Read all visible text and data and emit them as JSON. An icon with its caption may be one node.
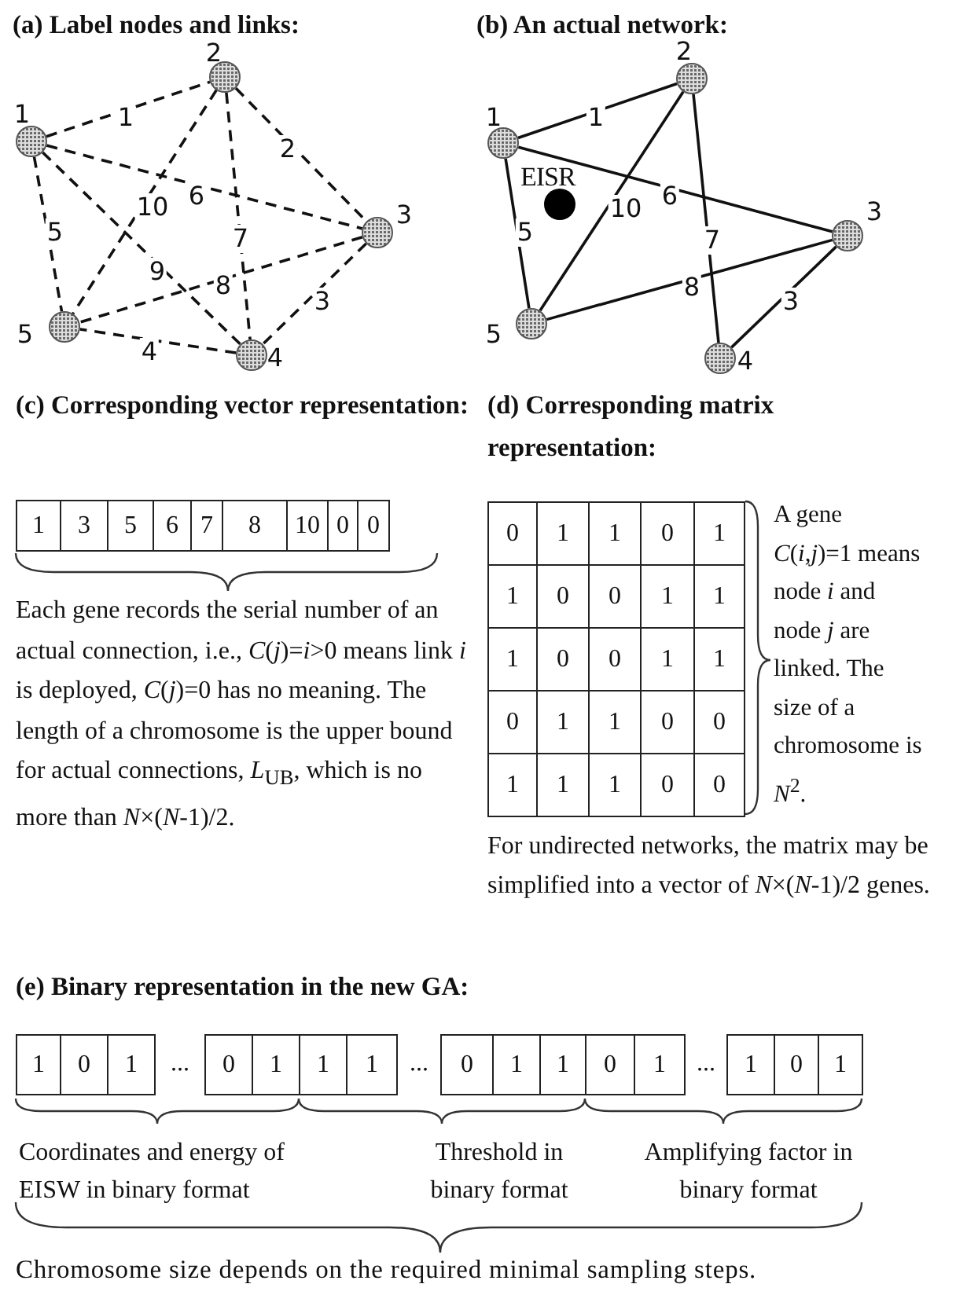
{
  "diagram": {
    "nodes": [
      {
        "text": [],
        "shape": "circle",
        "beside": [
          "1"
        ]
      },
      {
        "text": [],
        "shape": "circle",
        "beside": [
          "2"
        ]
      },
      {
        "text": [],
        "shape": "circle",
        "beside": [
          "3"
        ]
      },
      {
        "text": [],
        "shape": "circle",
        "beside": [
          "4"
        ]
      },
      {
        "text": [],
        "shape": "circle",
        "beside": [
          "5"
        ]
      },
      {
        "text": [],
        "shape": "circle",
        "beside": [
          "1"
        ]
      },
      {
        "text": [],
        "shape": "circle",
        "beside": [
          "2"
        ]
      },
      {
        "text": [],
        "shape": "circle",
        "beside": [
          "3"
        ]
      },
      {
        "text": [],
        "shape": "circle",
        "beside": [
          "4"
        ]
      },
      {
        "text": [],
        "shape": "circle",
        "beside": [
          "5"
        ]
      },
      {
        "text": [
          "EISR"
        ]
      }
    ],
    "edges": [
      {
        "from": 0,
        "to": 1,
        "arrow": "none",
        "label": "1",
        "style": "dashed"
      },
      {
        "from": 1,
        "to": 2,
        "arrow": "none",
        "label": "2",
        "style": "dashed"
      },
      {
        "from": 2,
        "to": 3,
        "arrow": "none",
        "label": "3",
        "style": "dashed"
      },
      {
        "from": 3,
        "to": 4,
        "arrow": "none",
        "label": "4",
        "style": "dashed"
      },
      {
        "from": 0,
        "to": 4,
        "arrow": "none",
        "label": "5",
        "style": "dashed"
      },
      {
        "from": 0,
        "to": 2,
        "arrow": "none",
        "label": "6",
        "style": "dashed"
      },
      {
        "from": 1,
        "to": 3,
        "arrow": "none",
        "label": "7",
        "style": "dashed"
      },
      {
        "from": 2,
        "to": 4,
        "arrow": "none",
        "label": "8",
        "style": "dashed"
      },
      {
        "from": 0,
        "to": 3,
        "arrow": "none",
        "label": "9",
        "style": "dashed"
      },
      {
        "from": 1,
        "to": 4,
        "arrow": "none",
        "label": "10",
        "style": "dashed"
      },
      {
        "from": 5,
        "to": 6,
        "arrow": "none",
        "label": "1"
      },
      {
        "from": 7,
        "to": 8,
        "arrow": "none",
        "label": "3"
      },
      {
        "from": 5,
        "to": 9,
        "arrow": "none",
        "label": "5"
      },
      {
        "from": 5,
        "to": 7,
        "arrow": "none",
        "label": "6"
      },
      {
        "from": 6,
        "to": 8,
        "arrow": "none",
        "label": "7"
      },
      {
        "from": 7,
        "to": 9,
        "arrow": "none",
        "label": "8"
      },
      {
        "from": 6,
        "to": 9,
        "arrow": "none",
        "label": "10"
      }
    ],
    "labels": [
      "(a) Label nodes and links:",
      "(b) An actual network:",
      "(c) Corresponding vector representation:",
      "(d) Corresponding matrix representation:",
      "1",
      "3",
      "5",
      "6",
      "7",
      "8",
      "10",
      "0",
      "0",
      "Each gene records the serial number of an actual connection, i.e., *C*(*j*)=*i*>0 means link *i* is deployed, *C*(*j*)=0 has no meaning. The length of a chromosome is the upper bound for actual connections, *L*$_{UB}$, which is no more than *N*×(*N*-1)/2.",
      "0",
      "1",
      "1",
      "0",
      "1",
      "1",
      "0",
      "0",
      "1",
      "1",
      "1",
      "0",
      "0",
      "1",
      "1",
      "0",
      "1",
      "1",
      "0",
      "0",
      "1",
      "1",
      "1",
      "0",
      "0",
      "A gene *C*(*i*,*j*)=1 means node *i* and node *j* are linked. The size of a chromosome is *N*$^{2}$.",
      "For undirected networks, the matrix may be simplified into a vector of *N*×(*N*-1)/2 genes.",
      "(e) Binary representation in the new GA:",
      "1",
      "0",
      "1",
      "...",
      "0",
      "1",
      "1",
      "1",
      "...",
      "0",
      "1",
      "1",
      "0",
      "1",
      "...",
      "1",
      "0",
      "1",
      "Coordinates and energy of EISW in binary format",
      "Threshold in binary format",
      "Amplifying factor in binary format",
      "Chromosome size depends on the required minimal sampling steps."
    ]
  }
}
